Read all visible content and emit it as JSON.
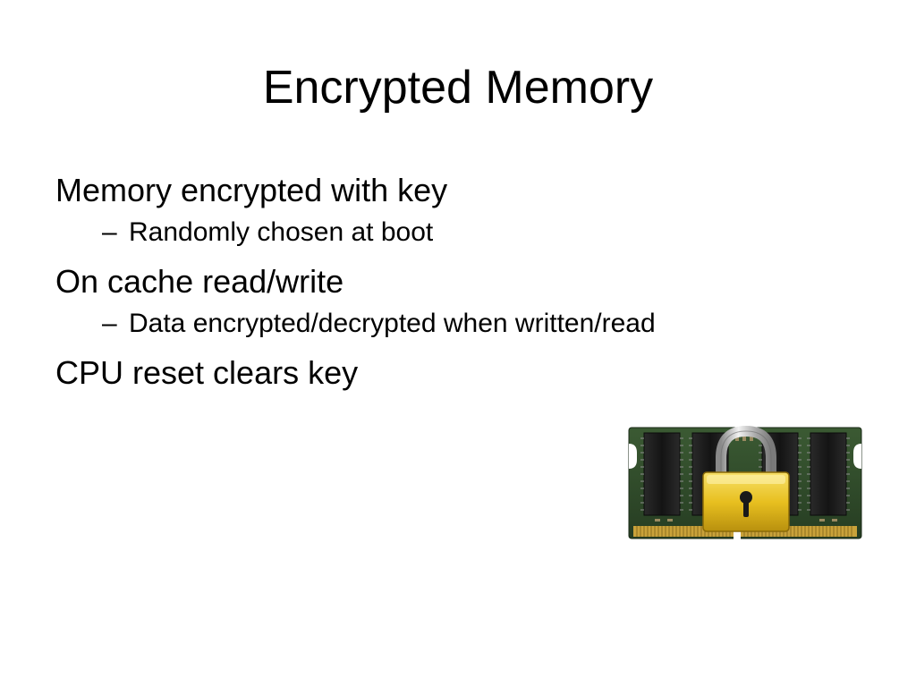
{
  "slide": {
    "title": "Encrypted Memory",
    "bullets": [
      {
        "text": "Memory encrypted with key",
        "sub": [
          "Randomly chosen at boot"
        ]
      },
      {
        "text": "On cache read/write",
        "sub": [
          "Data encrypted/decrypted when written/read"
        ]
      },
      {
        "text": "CPU reset clears key",
        "sub": []
      }
    ],
    "sub_marker": "–"
  },
  "image": {
    "icon": "locked-ram-module-icon",
    "colors": {
      "pcb": "#2f4a2a",
      "chip": "#1c1c1c",
      "contacts": "#c9a23a",
      "lock_body": "#e8c020",
      "shackle": "#c8c8c8"
    }
  }
}
